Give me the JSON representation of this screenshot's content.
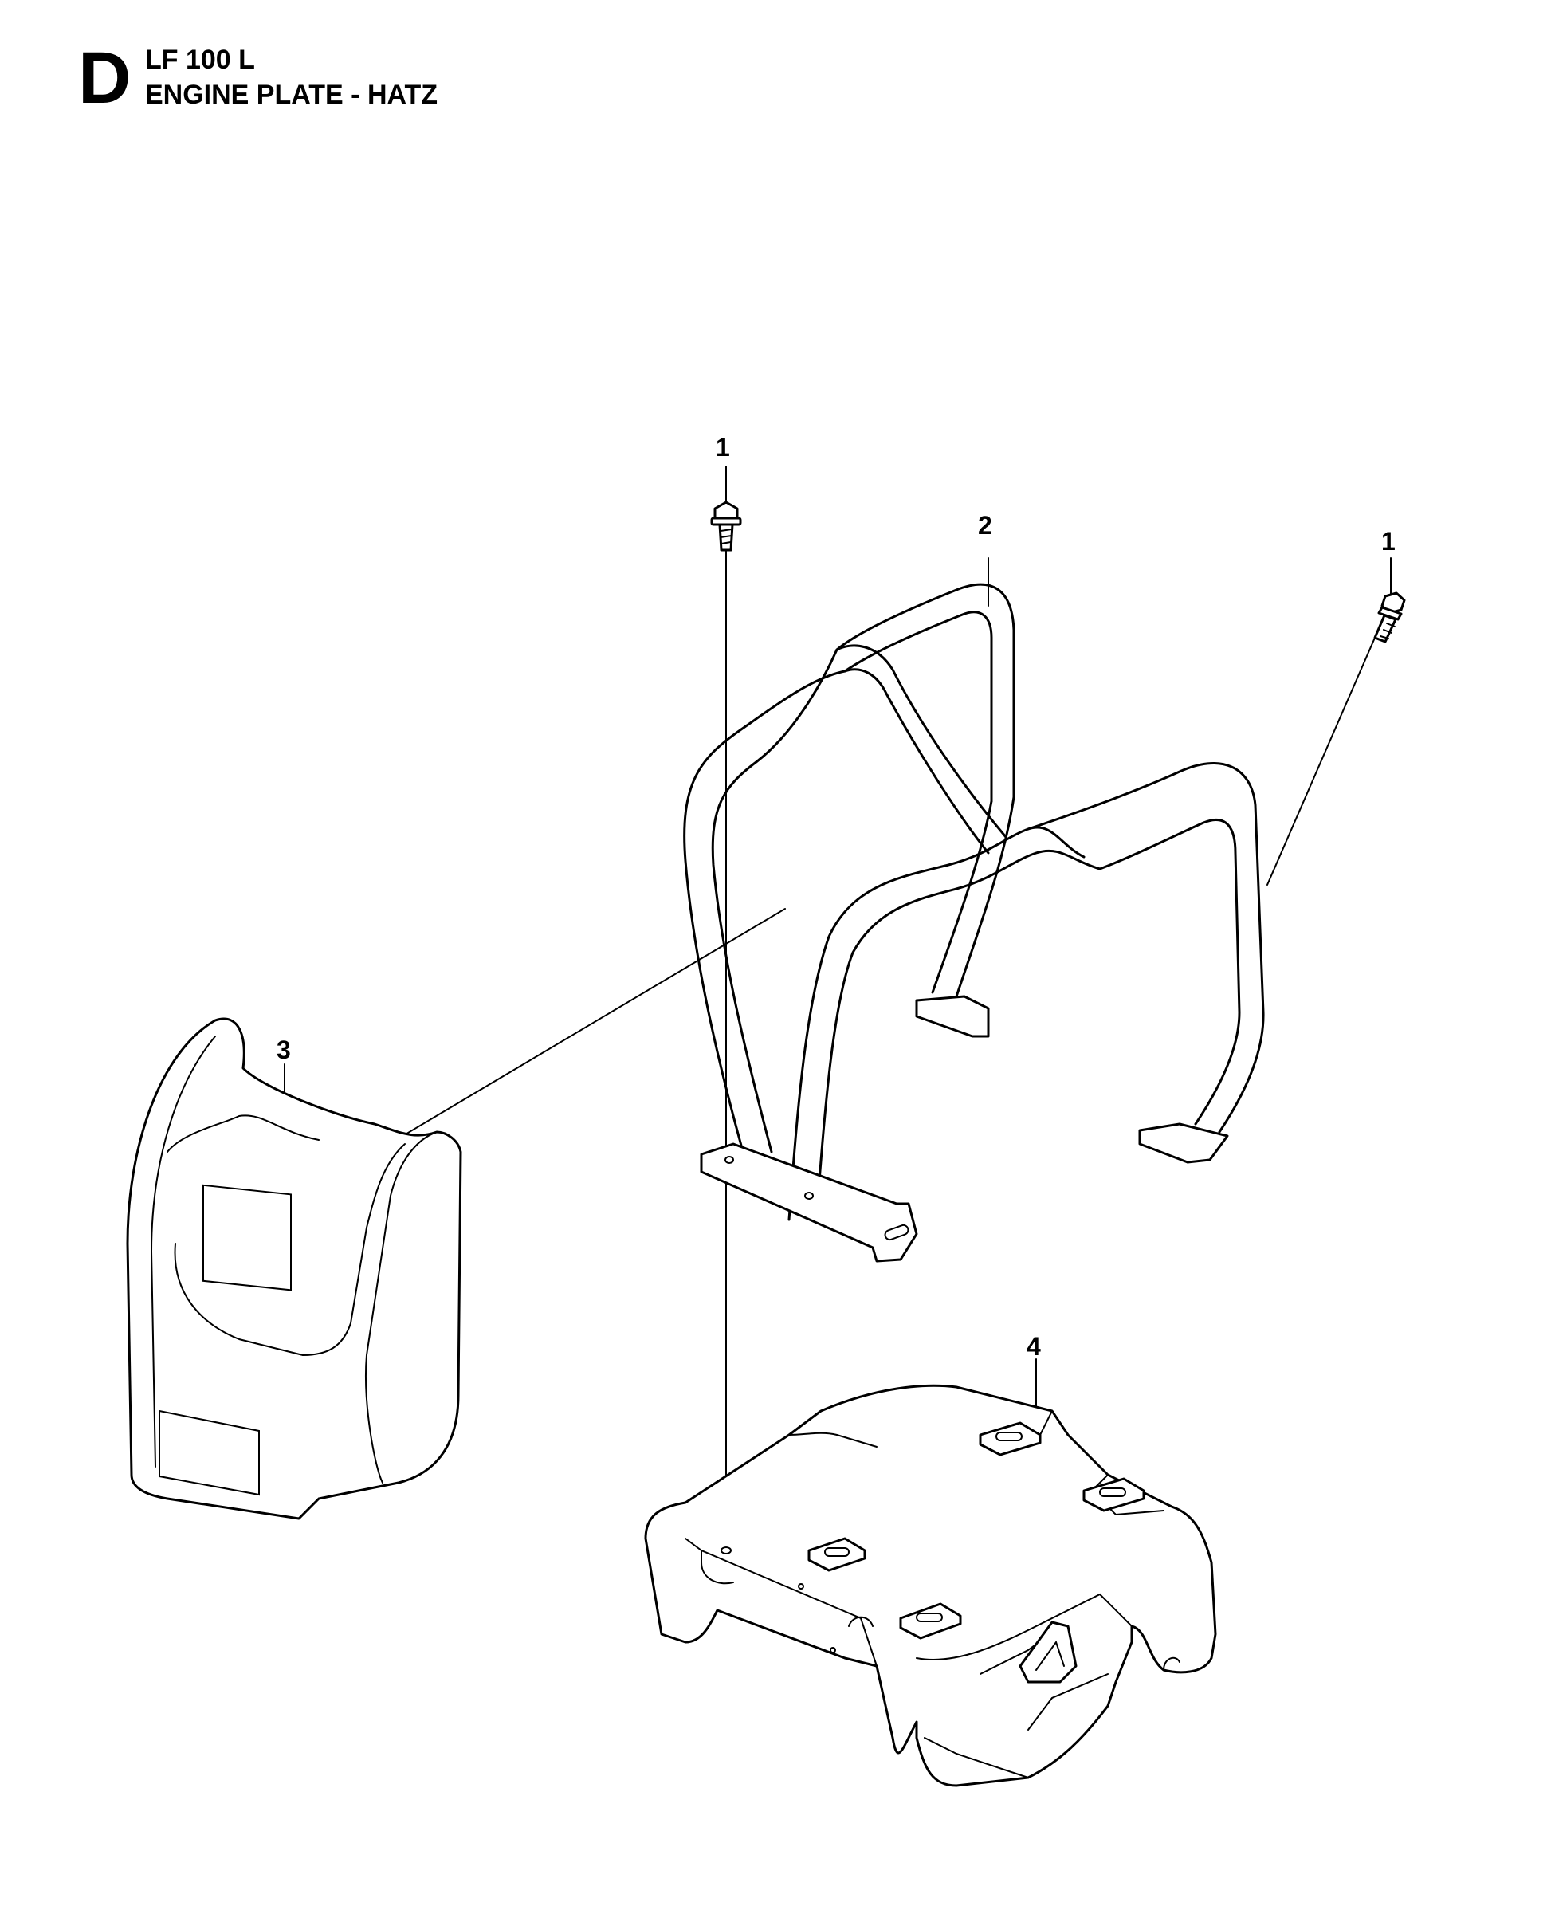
{
  "header": {
    "section_letter": "D",
    "model": "LF 100 L",
    "title": "ENGINE PLATE - HATZ"
  },
  "callouts": [
    {
      "id": "callout-1-left",
      "label": "1"
    },
    {
      "id": "callout-2",
      "label": "2"
    },
    {
      "id": "callout-1-right",
      "label": "1"
    },
    {
      "id": "callout-3",
      "label": "3"
    },
    {
      "id": "callout-4",
      "label": "4"
    }
  ]
}
